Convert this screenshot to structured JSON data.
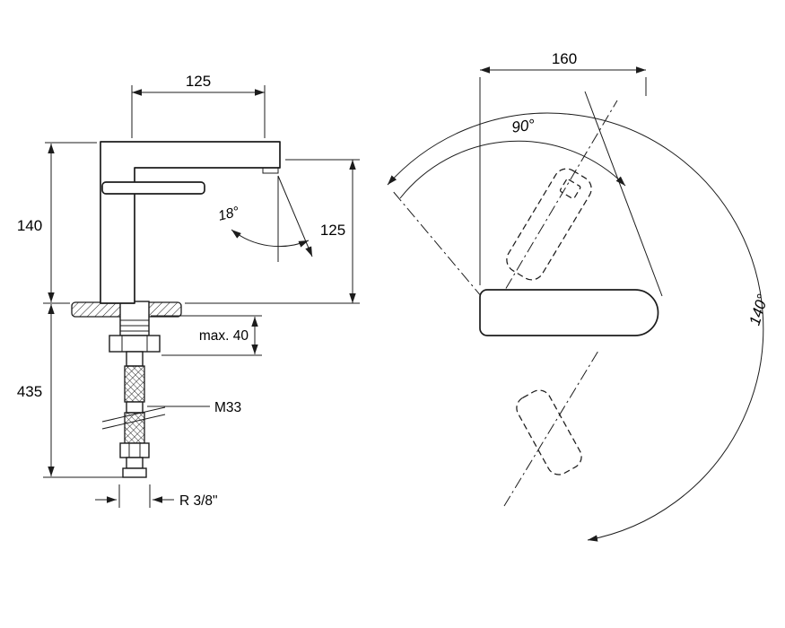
{
  "page": {
    "background": "#ffffff",
    "line_color": "#1c1c1c",
    "description": "Technical dimension drawing of a single-lever basin mixer tap, side view and top (swivel) view"
  },
  "views": {
    "side_view": {
      "labels": {
        "spout_reach": "125",
        "spout_height": "140",
        "below_deck_length": "435",
        "outlet_clearance": "125",
        "spout_angle": "18°",
        "max_deck_thickness": "max. 40",
        "thread_size": "M33",
        "hose_connection": "R 3/8\""
      }
    },
    "top_view": {
      "labels": {
        "spout_length": "160",
        "swivel_angle_90": "90°",
        "swivel_angle_140": "140°"
      }
    }
  }
}
